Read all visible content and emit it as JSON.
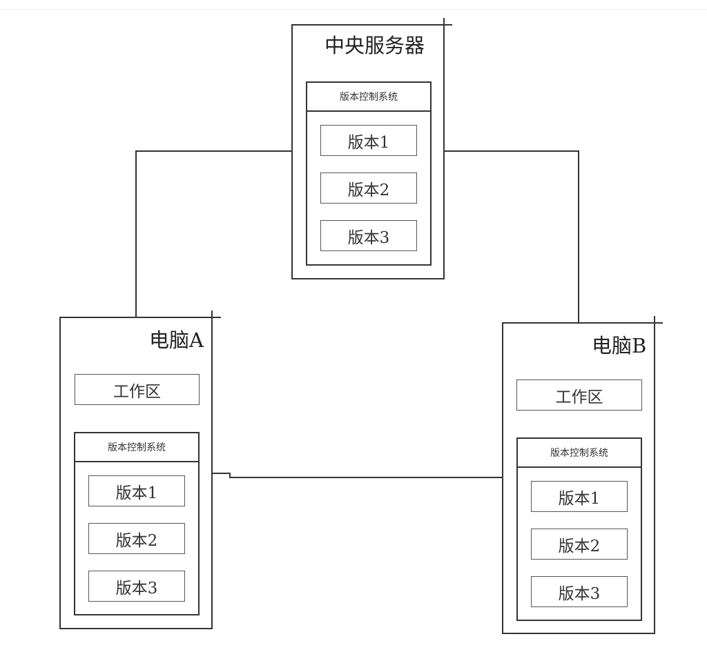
{
  "server": {
    "title": "中央服务器",
    "vcs": {
      "title": "版本控制系统",
      "versions": [
        "版本1",
        "版本2",
        "版本3"
      ]
    }
  },
  "computer_a": {
    "title": "电脑A",
    "workspace": "工作区",
    "vcs": {
      "title": "版本控制系统",
      "versions": [
        "版本1",
        "版本2",
        "版本3"
      ]
    }
  },
  "computer_b": {
    "title": "电脑B",
    "workspace": "工作区",
    "vcs": {
      "title": "版本控制系统",
      "versions": [
        "版本1",
        "版本2",
        "版本3"
      ]
    }
  }
}
